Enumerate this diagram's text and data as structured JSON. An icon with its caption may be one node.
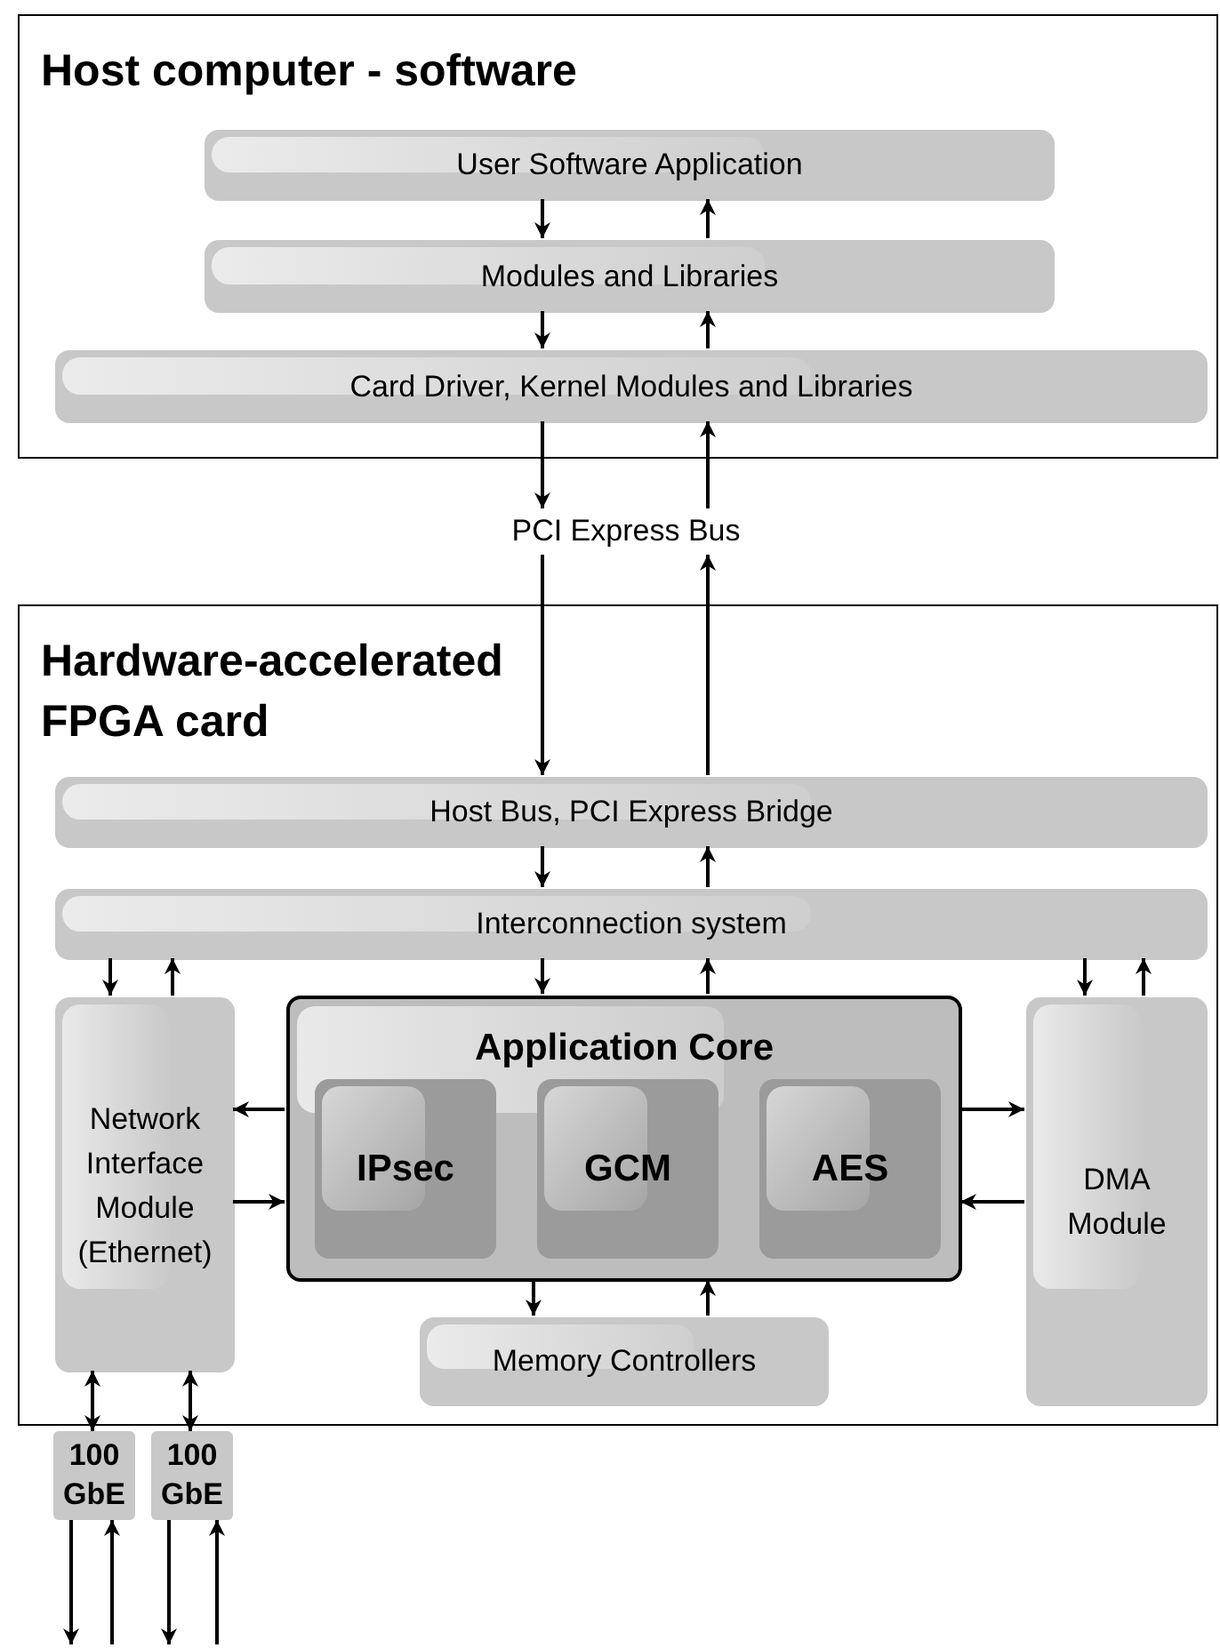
{
  "diagram": {
    "nodes": [
      {
        "text": [
          "Host computer - software"
        ]
      },
      {
        "text": [
          "User Software Application"
        ],
        "in": 0
      },
      {
        "text": [
          "Modules and Libraries"
        ],
        "in": 0
      },
      {
        "text": [
          "Card Driver, Kernel Modules and Libraries"
        ],
        "in": 0
      },
      {
        "text": [
          "PCI Express Bus"
        ]
      },
      {
        "text": [
          "Hardware-accelerated FPGA card"
        ]
      },
      {
        "text": [
          "Host Bus, PCI Express Bridge"
        ],
        "in": 5
      },
      {
        "text": [
          "Interconnection system"
        ],
        "in": 5
      },
      {
        "text": [
          "Network Interface Module (Ethernet)"
        ],
        "in": 5
      },
      {
        "text": [
          "Application Core"
        ],
        "in": 5
      },
      {
        "text": [
          "IPsec"
        ],
        "in": 9
      },
      {
        "text": [
          "GCM"
        ],
        "in": 9
      },
      {
        "text": [
          "AES"
        ],
        "in": 9
      },
      {
        "text": [
          "Memory Controllers"
        ],
        "in": 5
      },
      {
        "text": [
          "DMA Module"
        ],
        "in": 5
      },
      {
        "text": [
          "100 GbE"
        ]
      },
      {
        "text": [
          "100 GbE"
        ]
      }
    ],
    "edges": [
      {
        "from": 1,
        "to": 2,
        "arrow": "to"
      },
      {
        "from": 2,
        "to": 1,
        "arrow": "to"
      },
      {
        "from": 2,
        "to": 3,
        "arrow": "to"
      },
      {
        "from": 3,
        "to": 2,
        "arrow": "to"
      },
      {
        "from": 3,
        "to": 4,
        "arrow": "to"
      },
      {
        "from": 4,
        "to": 3,
        "arrow": "to"
      },
      {
        "from": 4,
        "to": 6,
        "arrow": "to"
      },
      {
        "from": 6,
        "to": 4,
        "arrow": "to"
      },
      {
        "from": 6,
        "to": 7,
        "arrow": "to"
      },
      {
        "from": 7,
        "to": 6,
        "arrow": "to"
      },
      {
        "from": 7,
        "to": 8,
        "arrow": "to"
      },
      {
        "from": 8,
        "to": 7,
        "arrow": "to"
      },
      {
        "from": 7,
        "to": 9,
        "arrow": "to"
      },
      {
        "from": 9,
        "to": 7,
        "arrow": "to"
      },
      {
        "from": 7,
        "to": 14,
        "arrow": "to"
      },
      {
        "from": 14,
        "to": 7,
        "arrow": "to"
      },
      {
        "from": 9,
        "to": 8,
        "arrow": "to"
      },
      {
        "from": 8,
        "to": 9,
        "arrow": "to"
      },
      {
        "from": 9,
        "to": 14,
        "arrow": "to"
      },
      {
        "from": 14,
        "to": 9,
        "arrow": "to"
      },
      {
        "from": 9,
        "to": 13,
        "arrow": "to"
      },
      {
        "from": 13,
        "to": 9,
        "arrow": "to"
      },
      {
        "from": 8,
        "to": 15,
        "arrow": "both"
      },
      {
        "from": 8,
        "to": 16,
        "arrow": "both"
      },
      {
        "from": 15,
        "to": null,
        "arrow": "to"
      },
      {
        "from": null,
        "to": 15,
        "arrow": "to"
      },
      {
        "from": 16,
        "to": null,
        "arrow": "to"
      },
      {
        "from": null,
        "to": 16,
        "arrow": "to"
      }
    ]
  }
}
